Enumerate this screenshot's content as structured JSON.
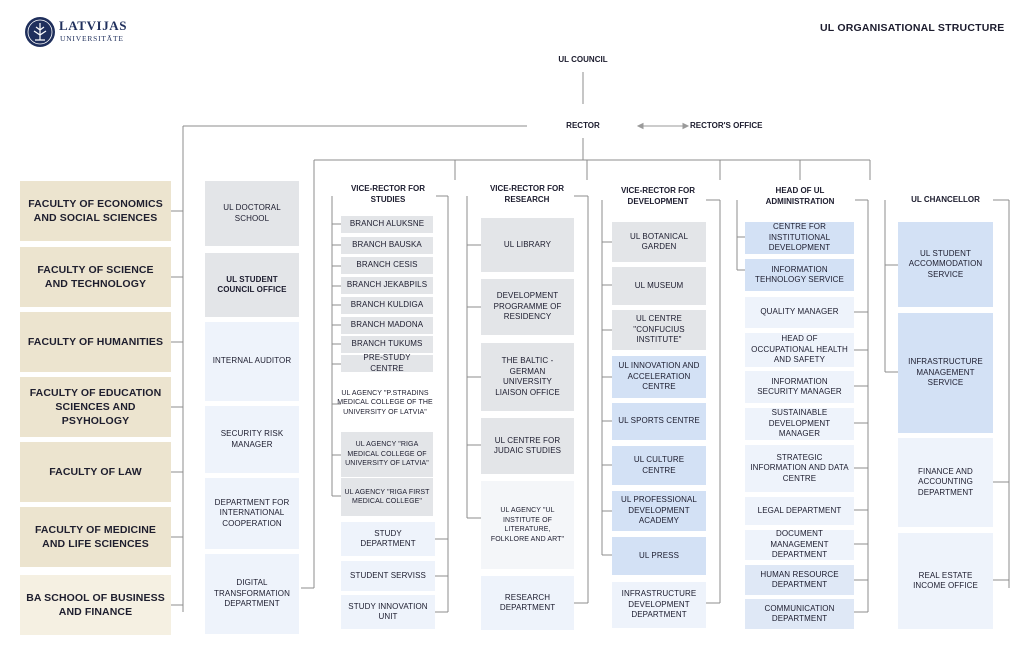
{
  "header": {
    "logo_line1": "LATVIJAS",
    "logo_line2": "UNIVERSITĀTE",
    "title": "UL ORGANISATIONAL STRUCTURE"
  },
  "top": {
    "council": "UL COUNCIL",
    "rector": "RECTOR",
    "rectors_office": "RECTOR'S OFFICE"
  },
  "faculties": [
    "FACULTY OF ECONOMICS AND SOCIAL SCIENCES",
    "FACULTY OF SCIENCE AND TECHNOLOGY",
    "FACULTY OF HUMANITIES",
    "FACULTY OF EDUCATION SCIENCES AND PSYHOLOGY",
    "FACULTY OF LAW",
    "FACULTY OF MEDICINE AND LIFE SCIENCES",
    "BA SCHOOL OF BUSINESS AND FINANCE"
  ],
  "rector_units": [
    "UL DOCTORAL SCHOOL",
    "UL STUDENT COUNCIL OFFICE",
    "INTERNAL AUDITOR",
    "SECURITY RISK MANAGER",
    "DEPARTMENT FOR INTERNATIONAL COOPERATION",
    "DIGITAL TRANSFORMATION DEPARTMENT"
  ],
  "studies": {
    "head": "VICE-RECTOR FOR STUDIES",
    "items": [
      "BRANCH ALUKSNE",
      "BRANCH BAUSKA",
      "BRANCH CESIS",
      "BRANCH JEKABPILS",
      "BRANCH KULDIGA",
      "BRANCH MADONA",
      "BRANCH TUKUMS",
      "PRE-STUDY CENTRE",
      "UL AGENCY \"P.STRADINS MEDICAL COLLEGE OF THE UNIVERSITY OF LATVIA\"",
      "UL AGENCY \"RIGA MEDICAL COLLEGE OF UNIVERSITY OF LATVIA\"",
      "UL AGENCY \"RIGA FIRST MEDICAL COLLEGE\"",
      "STUDY DEPARTMENT",
      "STUDENT SERVISS",
      "STUDY INNOVATION UNIT"
    ]
  },
  "research": {
    "head": "VICE-RECTOR FOR RESEARCH",
    "items": [
      "UL LIBRARY",
      "DEVELOPMENT PROGRAMME OF RESIDENCY",
      "THE BALTIC - GERMAN UNIVERSITY LIAISON OFFICE",
      "UL CENTRE FOR JUDAIC STUDIES",
      "UL AGENCY \"UL INSTITUTE OF LITERATURE, FOLKLORE AND ART\"",
      "RESEARCH DEPARTMENT"
    ]
  },
  "development": {
    "head": "VICE-RECTOR FOR DEVELOPMENT",
    "items": [
      "UL BOTANICAL GARDEN",
      "UL MUSEUM",
      "UL CENTRE \"CONFUCIUS INSTITUTE\"",
      "UL INNOVATION AND ACCELERATION CENTRE",
      "UL SPORTS CENTRE",
      "UL CULTURE CENTRE",
      "UL PROFESSIONAL DEVELOPMENT ACADEMY",
      "UL PRESS",
      "INFRASTRUCTURE DEVELOPMENT DEPARTMENT"
    ]
  },
  "administration": {
    "head": "HEAD OF UL ADMINISTRATION",
    "items": [
      "CENTRE FOR INSTITUTIONAL DEVELOPMENT",
      "INFORMATION TEHNOLOGY SERVICE",
      "QUALITY MANAGER",
      "HEAD OF OCCUPATIONAL HEALTH AND SAFETY",
      "INFORMATION SECURITY MANAGER",
      "SUSTAINABLE DEVELOPMENT MANAGER",
      "STRATEGIC INFORMATION AND DATA CENTRE",
      "LEGAL DEPARTMENT",
      "DOCUMENT MANAGEMENT DEPARTMENT",
      "HUMAN RESOURCE DEPARTMENT",
      "COMMUNICATION DEPARTMENT"
    ]
  },
  "chancellor": {
    "head": "UL CHANCELLOR",
    "items": [
      "UL STUDENT ACCOMMODATION SERVICE",
      "INFRASTRUCTURE MANAGEMENT SERVICE",
      "FINANCE AND ACCOUNTING DEPARTMENT",
      "REAL ESTATE INCOME OFFICE"
    ]
  }
}
